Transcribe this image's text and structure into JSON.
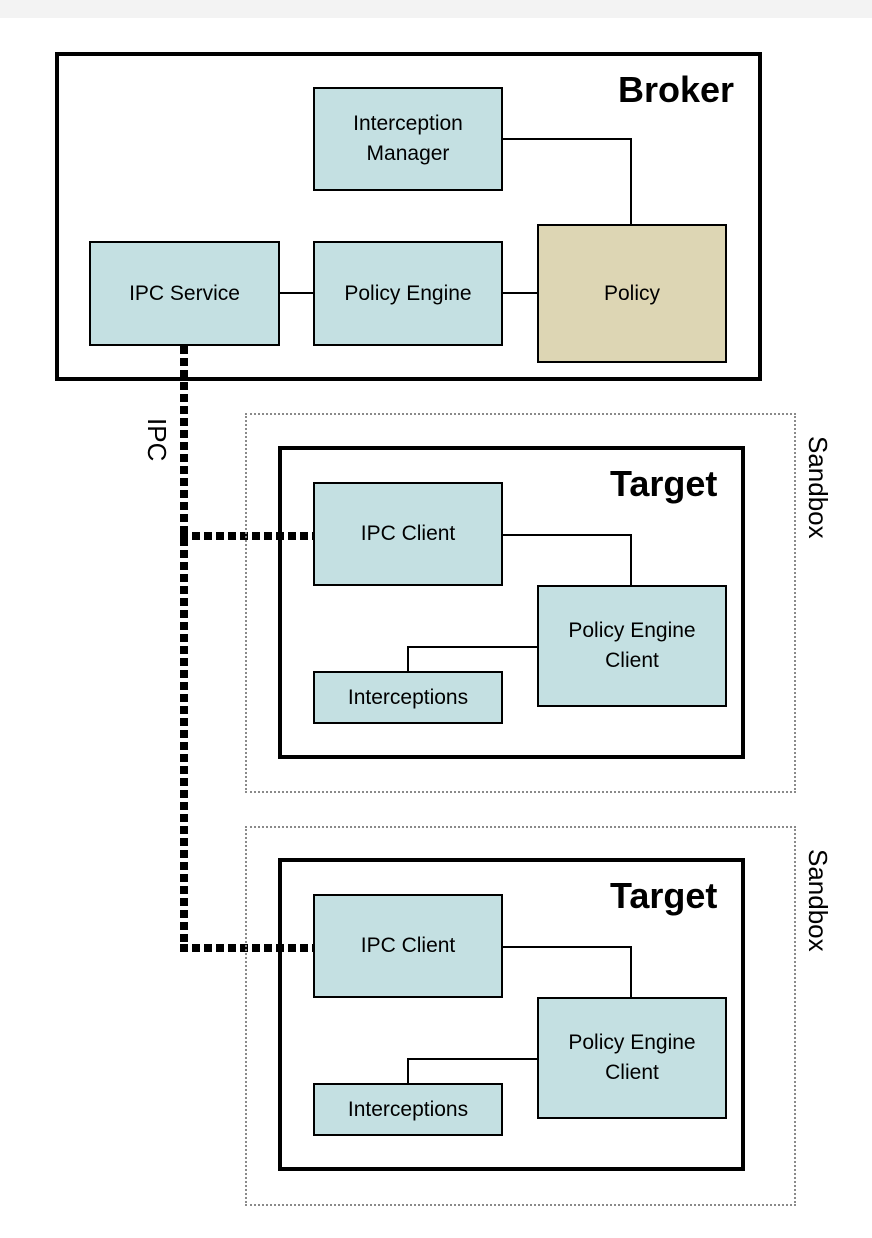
{
  "broker": {
    "title": "Broker",
    "interception_manager": "Interception\nManager",
    "ipc_service": "IPC Service",
    "policy_engine": "Policy Engine",
    "policy": "Policy"
  },
  "ipc_label": "IPC",
  "sandboxes": [
    {
      "label": "Sandbox",
      "target_title": "Target",
      "ipc_client": "IPC Client",
      "policy_engine_client": "Policy Engine\nClient",
      "interceptions": "Interceptions"
    },
    {
      "label": "Sandbox",
      "target_title": "Target",
      "ipc_client": "IPC Client",
      "policy_engine_client": "Policy Engine\nClient",
      "interceptions": "Interceptions"
    }
  ],
  "colors": {
    "component": "#c4e0e2",
    "policy": "#ddd6b4",
    "sandbox_border": "#8a8a8a"
  }
}
